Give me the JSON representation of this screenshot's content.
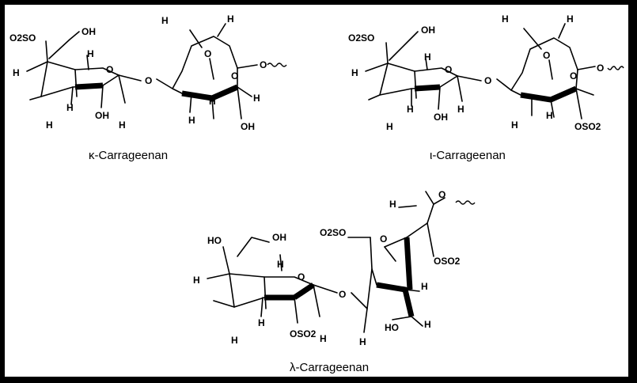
{
  "structures": [
    {
      "id": "kappa",
      "caption": "κ-Carrageenan",
      "labels": [
        "O2SO",
        "OH",
        "H",
        "H",
        "O",
        "H",
        "H",
        "OH",
        "H",
        "O",
        "H",
        "O",
        "H",
        "O",
        "O",
        "H",
        "H",
        "H",
        "OH"
      ]
    },
    {
      "id": "iota",
      "caption": "ι-Carrageenan",
      "labels": [
        "O2SO",
        "OH",
        "H",
        "H",
        "O",
        "H",
        "H",
        "OH",
        "H",
        "O",
        "H",
        "O",
        "H",
        "O",
        "O",
        "H",
        "H",
        "OSO2"
      ]
    },
    {
      "id": "lambda",
      "caption": "λ-Carrageenan",
      "labels": [
        "HO",
        "OH",
        "H",
        "H",
        "O",
        "H",
        "H",
        "OSO2",
        "H",
        "O",
        "O2SO",
        "H",
        "O",
        "O",
        "OSO2",
        "H",
        "H",
        "HO",
        "H"
      ]
    }
  ]
}
